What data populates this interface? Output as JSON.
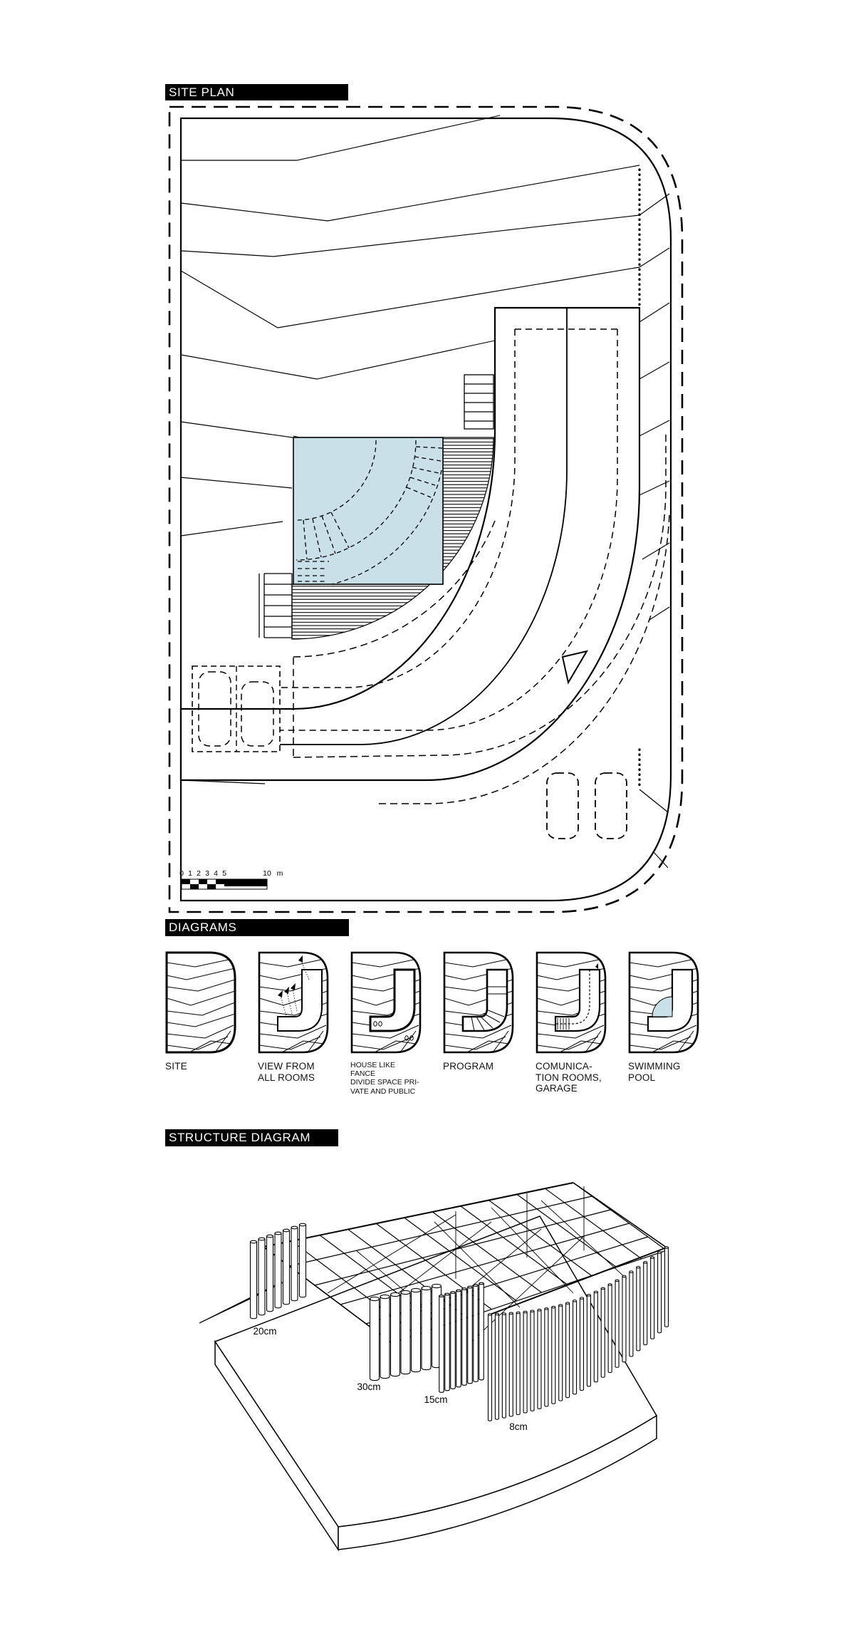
{
  "colors": {
    "ink": "#000000",
    "pool_fill": "#c9e0e8",
    "label_bg": "#000000",
    "label_fg": "#ffffff"
  },
  "site_plan": {
    "title": "SITE PLAN",
    "scale_bar": {
      "ticks": [
        "0",
        "1",
        "2",
        "3",
        "4",
        "5"
      ],
      "end_tick": "10",
      "unit": "m"
    }
  },
  "diagrams": {
    "title": "DIAGRAMS",
    "tiles": [
      {
        "name": "site",
        "lines": [
          "SITE"
        ],
        "small": false
      },
      {
        "name": "view-from-all-rooms",
        "lines": [
          "VIEW FROM",
          "ALL ROOMS"
        ],
        "small": false
      },
      {
        "name": "house-like-fence",
        "lines": [
          "HOUSE LIKE FANCE",
          "DIVIDE SPACE PRI-",
          "VATE AND PUBLIC"
        ],
        "small": true
      },
      {
        "name": "program",
        "lines": [
          "PROGRAM"
        ],
        "small": false
      },
      {
        "name": "comunication-rooms-garage",
        "lines": [
          "COMUNICA-",
          "TION ROOMS,",
          "GARAGE"
        ],
        "small": false
      },
      {
        "name": "swimming-pool",
        "lines": [
          "SWIMMING",
          "POOL"
        ],
        "small": false
      }
    ]
  },
  "structure": {
    "title": "STRUCTURE DIAGRAM",
    "annotations": {
      "col20": "20cm",
      "col30": "30cm",
      "col15": "15cm",
      "col8": "8cm"
    }
  }
}
